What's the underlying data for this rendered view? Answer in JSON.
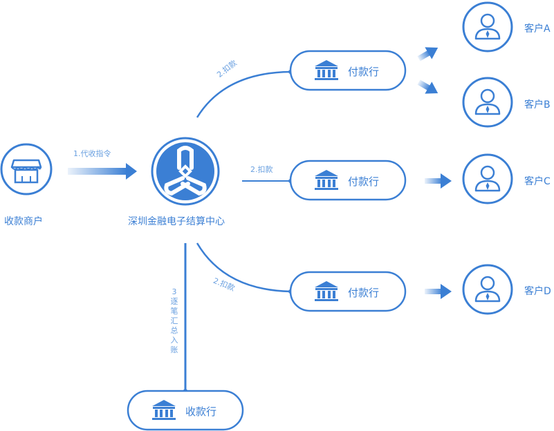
{
  "merchant": {
    "label": "收款商户"
  },
  "center": {
    "label": "深圳金融电子结算中心"
  },
  "edges": {
    "instruction": "1.代收指令",
    "debit_top": "2.扣款",
    "debit_mid": "2.扣款",
    "debit_bottom": "2.扣款",
    "settle": "3逐笔汇总入账"
  },
  "banks": {
    "pay_top": "付款行",
    "pay_mid": "付款行",
    "pay_bottom": "付款行",
    "receive": "收款行"
  },
  "customers": {
    "a": "客户A",
    "b": "客户B",
    "c": "客户C",
    "d": "客户D"
  },
  "colors": {
    "primary": "#3b7fd4",
    "light": "#6aa0e0"
  }
}
